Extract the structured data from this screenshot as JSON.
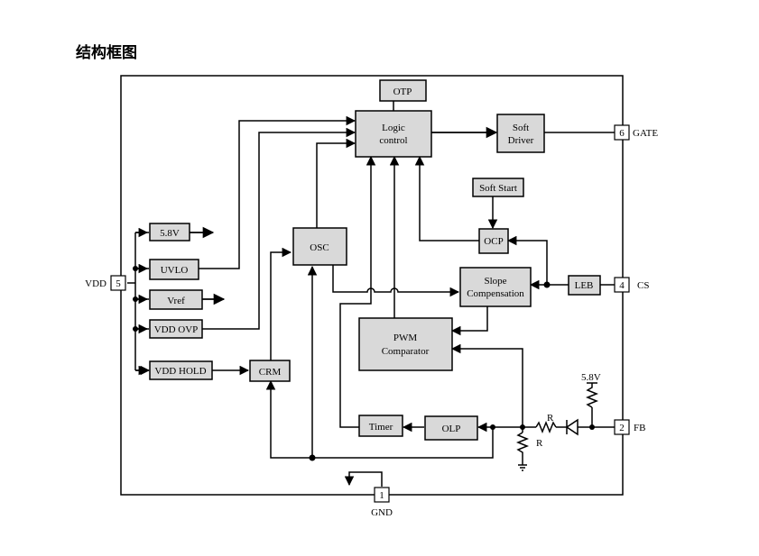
{
  "title": "结构框图",
  "blocks": {
    "otp": "OTP",
    "logic_1": "Logic",
    "logic_2": "control",
    "soft_driver_1": "Soft",
    "soft_driver_2": "Driver",
    "soft_start": "Soft Start",
    "ocp": "OCP",
    "osc": "OSC",
    "v58": "5.8V",
    "uvlo": "UVLO",
    "vref": "Vref",
    "vdd_ovp": "VDD OVP",
    "vdd_hold": "VDD HOLD",
    "crm": "CRM",
    "slope_1": "Slope",
    "slope_2": "Compensation",
    "leb": "LEB",
    "pwm_1": "PWM",
    "pwm_2": "Comparator",
    "timer": "Timer",
    "olp": "OLP"
  },
  "pins": {
    "vdd": {
      "num": "5",
      "name": "VDD"
    },
    "gate": {
      "num": "6",
      "name": "GATE"
    },
    "cs": {
      "num": "4",
      "name": "CS"
    },
    "fb": {
      "num": "2",
      "name": "FB"
    },
    "gnd": {
      "num": "1",
      "name": "GND"
    }
  },
  "labels": {
    "r1": "R",
    "r2": "R",
    "supply": "5.8V"
  }
}
